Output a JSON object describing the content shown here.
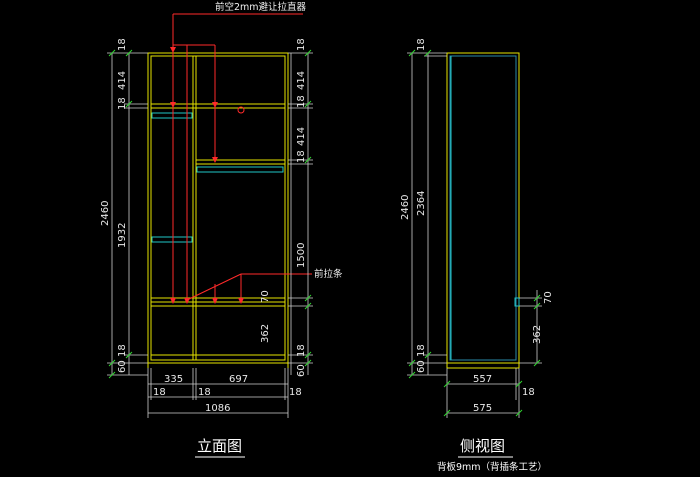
{
  "front_view": {
    "title": "立面图",
    "annotation_top": "前空2mm避让拉直器",
    "annotation_right": "前拉条",
    "left_dims": {
      "top_18": "18",
      "d414": "414",
      "mid_18": "18",
      "d1932": "1932",
      "d2460": "2460",
      "bot_18": "18",
      "d60": "60"
    },
    "right_dims": {
      "top_18": "18",
      "d414a": "414",
      "d18a": "18",
      "d414b": "414",
      "d18b": "18",
      "d1500": "1500",
      "d70": "70",
      "d362": "362",
      "bot_18": "18",
      "d60": "60"
    },
    "bottom_dims": {
      "d335": "335",
      "d697": "697",
      "left_18": "18",
      "mid_18": "18",
      "right_18": "18",
      "d1086": "1086"
    }
  },
  "side_view": {
    "title": "侧视图",
    "subtitle": "背板9mm（背插条工艺）",
    "left_dims": {
      "top_18": "18",
      "d2460": "2460",
      "d2364": "2364",
      "bot_18": "18",
      "d60": "60"
    },
    "right_dims": {
      "d70": "70",
      "d362": "362"
    },
    "bottom_dims": {
      "d557": "557",
      "right_18": "18",
      "d575": "575"
    }
  }
}
